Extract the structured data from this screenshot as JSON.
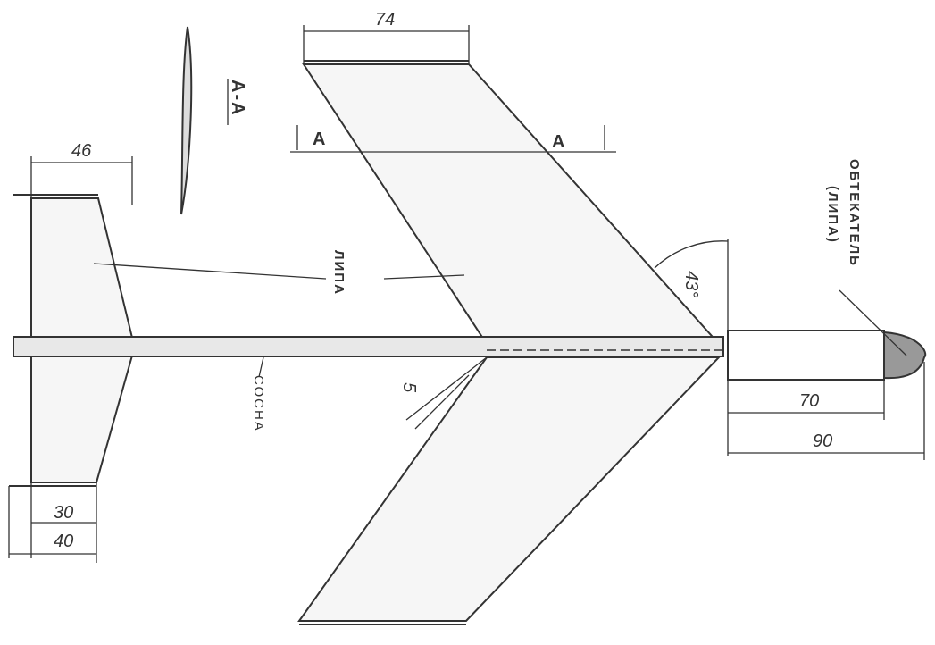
{
  "title": "Glider model plan view",
  "dimensions": {
    "wing_tip_chord": "74",
    "stab_tip_chord": "46",
    "stab_root_inner": "30",
    "stab_root_outer": "40",
    "nose_body": "70",
    "nose_total": "90",
    "fuselage_offset": "5",
    "sweep_angle": "43°"
  },
  "labels": {
    "section_mark": "A-A",
    "section_left": "A",
    "section_right": "A",
    "material_wing": "ЛИПА",
    "material_fuselage": "СОСНА",
    "nose_name": "ОБТЕКАТЕЛЬ",
    "nose_material": "(ЛИПА)"
  }
}
